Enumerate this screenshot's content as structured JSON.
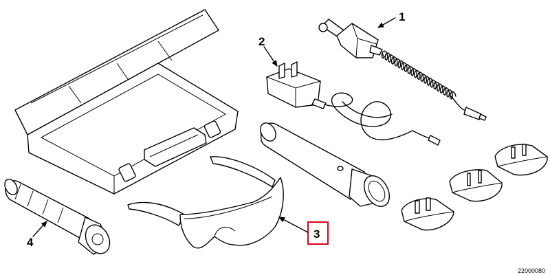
{
  "callouts": {
    "c1": "1",
    "c2": "2",
    "c3": "3",
    "c4": "4"
  },
  "figure_code": "22000080",
  "highlight_color": "#e0001b"
}
